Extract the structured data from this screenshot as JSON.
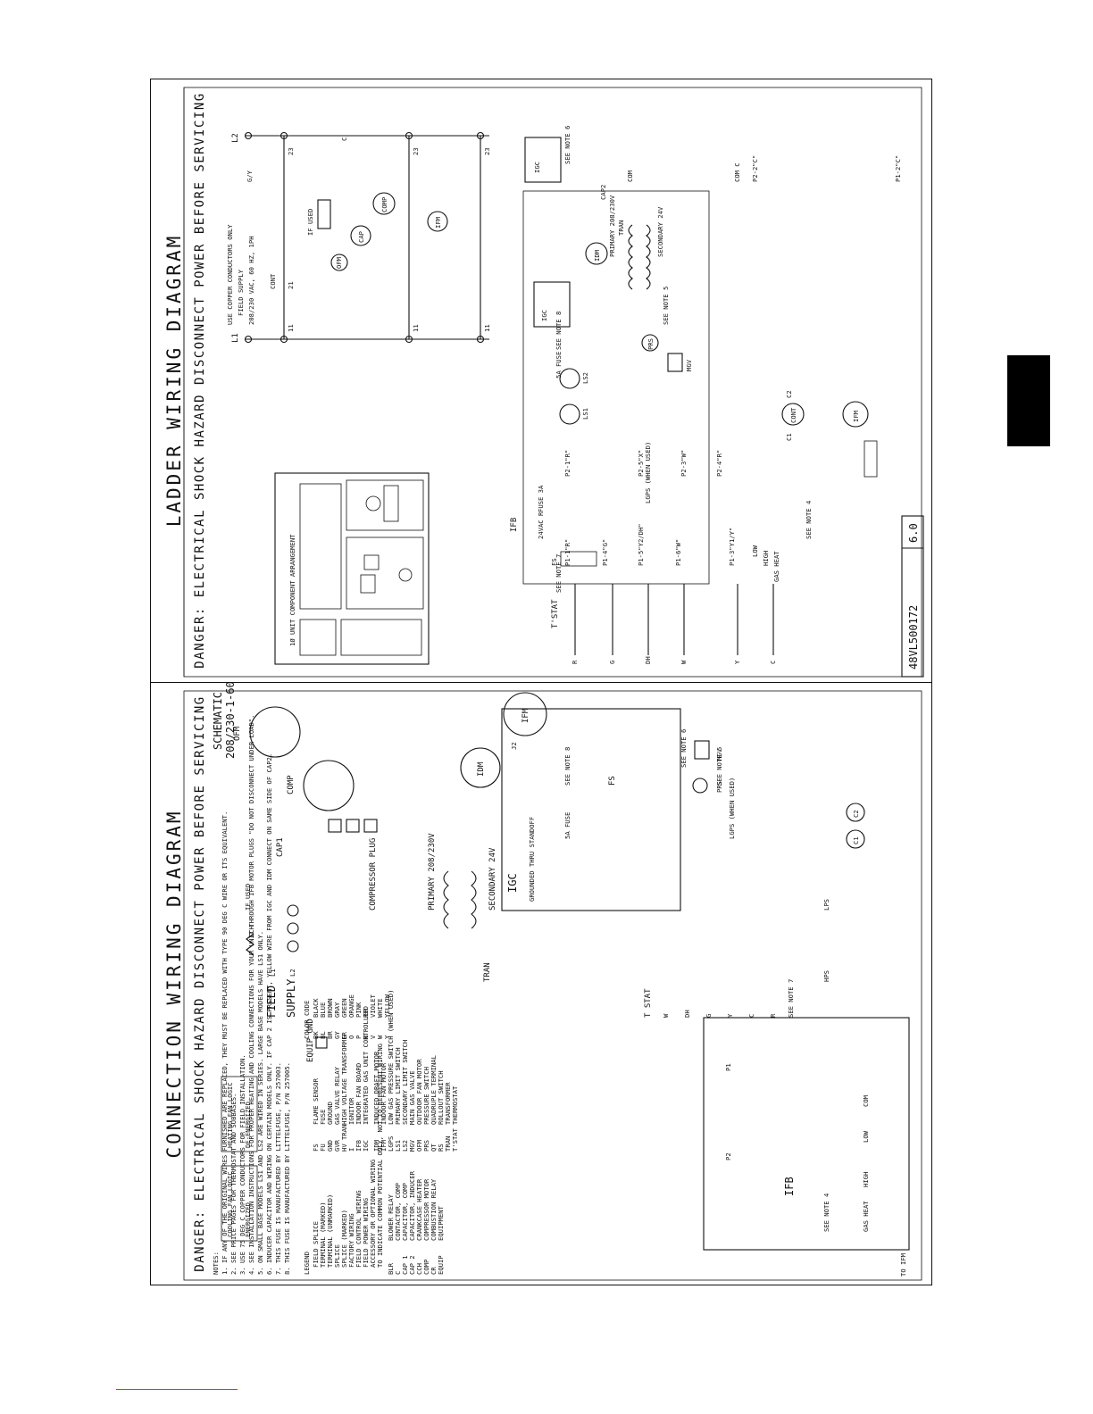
{
  "ladder": {
    "title": "LADDER WIRING DIAGRAM",
    "danger": "DANGER: ELECTRICAL SHOCK HAZARD DISCONNECT POWER BEFORE SERVICING",
    "supply_note_1": "USE COPPER CONDUCTORS ONLY",
    "supply_note_2": "FIELD SUPPLY",
    "supply_note_3": "208/230 VAC, 60 HZ, 1PH",
    "arrangement_title": "1Ø UNIT COMPONENT ARRANGEMENT",
    "line_labels": [
      "L1",
      "L2",
      "11",
      "21",
      "23",
      "11",
      "23",
      "11",
      "23",
      "C",
      "G/Y"
    ],
    "components": [
      "CONT",
      "IF USED",
      "OFM",
      "CAP",
      "COMP",
      "IFM",
      "IGC",
      "IDM",
      "TRAN",
      "PRIMARY 208/230V",
      "SECONDARY 24V",
      "CAP2",
      "COM",
      "FS",
      "LS1",
      "LS2",
      "LGPS (WHEN USED)",
      "PRS",
      "MGV",
      "IFB",
      "FUSE 3A",
      "24VAC R",
      "5A FUSE",
      "CONT",
      "C1",
      "C2",
      "IFM"
    ],
    "terminals": [
      "P1-1\"R\"",
      "P2-1\"R\"",
      "P1-4\"G\"",
      "P1-5\"Y2/DH\"",
      "P2-5\"X\"",
      "P1-6\"W\"",
      "P2-3\"W\"",
      "P1-3\"Y1/Y\"",
      "P2-4\"R\"",
      "P2-2\"C\"",
      "P1-2\"C\"",
      "COM C",
      "LOW",
      "HIGH",
      "GAS HEAT"
    ],
    "notes": [
      "SEE NOTE 4",
      "SEE NOTE 5",
      "SEE NOTE 6",
      "SEE NOTE 7",
      "SEE NOTE 8"
    ],
    "tstat_label": "T'STAT",
    "tstat_wires": [
      "R",
      "G",
      "DH",
      "W",
      "Y",
      "C"
    ],
    "part_number": "48VL500172",
    "revision": "6.0"
  },
  "connection": {
    "title": "CONNECTION WIRING DIAGRAM",
    "danger": "DANGER: ELECTRICAL SHOCK HAZARD DISCONNECT POWER BEFORE SERVICING",
    "schematic_1": "SCHEMATIC",
    "schematic_2": "208/230-1-60",
    "components": [
      "OFM",
      "COMP",
      "CAP1",
      "COMPRESSOR PLUG",
      "IFM",
      "IDM",
      "IGC",
      "TRAN",
      "PRIMARY 208/230V",
      "SECONDARY 24V",
      "IFB",
      "FS",
      "MGV",
      "PRS",
      "LGPS (WHEN USED)",
      "CCH",
      "IF USED",
      "C1",
      "C2",
      "HPS",
      "LPS"
    ],
    "field_supply": [
      "FIELD",
      "SUPPLY",
      "L1",
      "L2"
    ],
    "equip_gnd": "EQUIP GND",
    "tstat_label": "T STAT",
    "tstat_terminals": [
      "W",
      "DH",
      "G",
      "Y",
      "C",
      "R"
    ],
    "ifb_terminals": [
      "COM",
      "LOW",
      "HIGH",
      "GAS HEAT"
    ],
    "misc": [
      "GROUNDED THRU STANDOFF",
      "SEE NOTE 4",
      "SEE NOTE 5",
      "SEE NOTE 6",
      "SEE NOTE 7",
      "SEE NOTE 8",
      "TO IFM",
      "5A FUSE",
      "J2",
      "P1",
      "P2"
    ],
    "color_code_title": "COLOR CODE",
    "color_code": [
      [
        "BK",
        "BLACK"
      ],
      [
        "BL",
        "BLUE"
      ],
      [
        "BR",
        "BROWN"
      ],
      [
        "GY",
        "GRAY"
      ],
      [
        "G",
        "GREEN"
      ],
      [
        "O",
        "ORANGE"
      ],
      [
        "P",
        "PINK"
      ],
      [
        "R",
        "RED"
      ],
      [
        "V",
        "VIOLET"
      ],
      [
        "W",
        "WHITE"
      ],
      [
        "Y",
        "YELLOW"
      ]
    ],
    "notes_title": "NOTES:",
    "notes": [
      "1. IF ANY OF THE ORIGINAL WIRES FURNISHED ARE REPLACED, THEY MUST BE REPLACED WITH TYPE 90 DEG C WIRE OR ITS EQUIVALENT.",
      "2. SEE PRICE PAGES FOR THERMOSTAT AND SUBBASES.",
      "3. USE 75 DEG C COPPER CONDUCTORS FOR FIELD INSTALLATION.",
      "4. SEE INSTALLATION INSTRUCTIONS FOR PROPER HEATING AND COOLING CONNECTIONS FOR YOUR UNIT THROUGH IFB MOTOR PLUGS \"DO NOT DISCONNECT UNDER LOAD\".",
      "5. ON SMALL BASE MODELS LS1 AND LS2 ARE WIRED IN SERIES. LARGE BASE MODELS HAVE LS1 ONLY.",
      "6. INDUCER CAPACITOR AND WIRING ON CERTAIN MODELS ONLY. IF CAP 2 IS PRESENT, YELLOW WIRE FROM IGC AND IDM CONNECT ON SAME SIDE OF CAP2.",
      "7. THIS FUSE IS MANUFACTURED BY LITTELFUSE, P/N 257003.",
      "8. THIS FUSE IS MANUFACTURED BY LITTELFUSE, P/N 257005."
    ],
    "legend_title": "LEGEND",
    "legend": [
      [
        "FIELD SPLICE",
        ""
      ],
      [
        "TERMINAL (MARKED)",
        ""
      ],
      [
        "TERMINAL (UNMARKED)",
        ""
      ],
      [
        "SPLICE",
        ""
      ],
      [
        "SPLICE (MARKED)",
        ""
      ],
      [
        "FACTORY WIRING",
        ""
      ],
      [
        "FIELD CONTROL WIRING",
        ""
      ],
      [
        "FIELD POWER WIRING",
        ""
      ],
      [
        "ACCESSORY OR OPTIONAL WIRING",
        ""
      ],
      [
        "TO INDICATE COMMON POTENTIAL ONLY, NOT TO REPRESENT WIRING",
        ""
      ]
    ],
    "abbrev": [
      [
        "BLR",
        "BLOWER RELAY"
      ],
      [
        "C",
        "CONTACTOR, COMP"
      ],
      [
        "CAP 1",
        "CAPACITOR, COMP"
      ],
      [
        "CAP 2",
        "CAPACITOR, INDUCER"
      ],
      [
        "CCH",
        "CRANKCASE HEATER"
      ],
      [
        "COMP",
        "COMPRESSOR MOTOR"
      ],
      [
        "CR",
        "COMBUSTION RELAY"
      ],
      [
        "EQUIP",
        "EQUIPMENT"
      ],
      [
        "FS",
        "FLAME SENSOR"
      ],
      [
        "FU",
        "FUSE"
      ],
      [
        "GND",
        "GROUND"
      ],
      [
        "GVR",
        "GAS VALVE RELAY"
      ],
      [
        "HV TRAN",
        "HIGH VOLTAGE TRANSFORMER"
      ],
      [
        "I",
        "IGNITOR"
      ],
      [
        "IFB",
        "INDOOR FAN BOARD"
      ],
      [
        "IGC",
        "INTEGRATED GAS UNIT CONTROLLER"
      ],
      [
        "IDM",
        "INDUCED DRAFT MOTOR"
      ],
      [
        "IFM",
        "INDOOR FAN MOTOR"
      ],
      [
        "LGPS",
        "LOW GAS PRESSURE SWITCH (WHEN USED)"
      ],
      [
        "LS1",
        "PRIMARY LIMIT SWITCH"
      ],
      [
        "LS2",
        "SECONDARY LIMIT SWITCH"
      ],
      [
        "MGV",
        "MAIN GAS VALVE"
      ],
      [
        "OFM",
        "OUTDOOR FAN MOTOR"
      ],
      [
        "PRS",
        "PRESSURE SWITCH"
      ],
      [
        "QT",
        "QUADRUPLE TERMINAL"
      ],
      [
        "RS",
        "ROLLOUT SWITCH"
      ],
      [
        "TRAN",
        "TRANSFORMER"
      ],
      [
        "T'STAT",
        "THERMOSTAT"
      ]
    ],
    "relay_logic_cooling": "COOLING FAN LOGIC",
    "relay_logic_heating": "HEATING FAN LOGIC",
    "logic_labels": [
      "ENERGIZED",
      "DE-ENERGIZED"
    ]
  }
}
